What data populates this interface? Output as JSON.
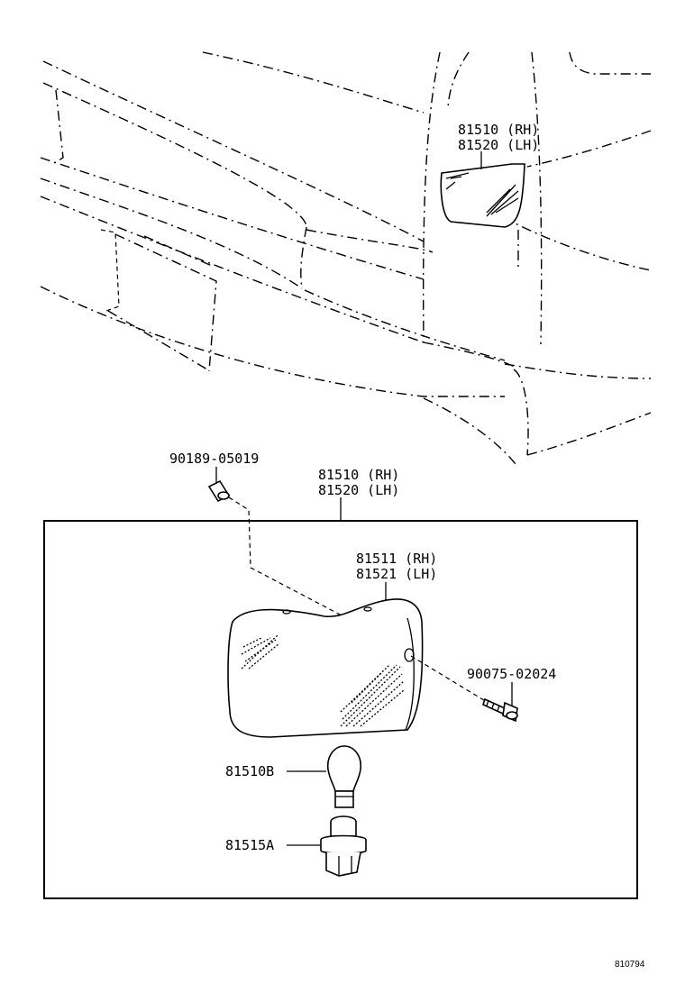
{
  "labels": {
    "upper_lamp_rh": "81510 (RH)",
    "upper_lamp_lh": "81520 (LH)",
    "clip_part": "90189-05019",
    "assy_rh": "81510 (RH)",
    "assy_lh": "81520 (LH)",
    "lens_rh": "81511 (RH)",
    "lens_lh": "81521 (LH)",
    "screw_part": "90075-02024",
    "bulb_part": "81510B",
    "socket_part": "81515A",
    "diagram_code": "810794"
  },
  "colors": {
    "ink": "#000000",
    "paper": "#ffffff"
  }
}
